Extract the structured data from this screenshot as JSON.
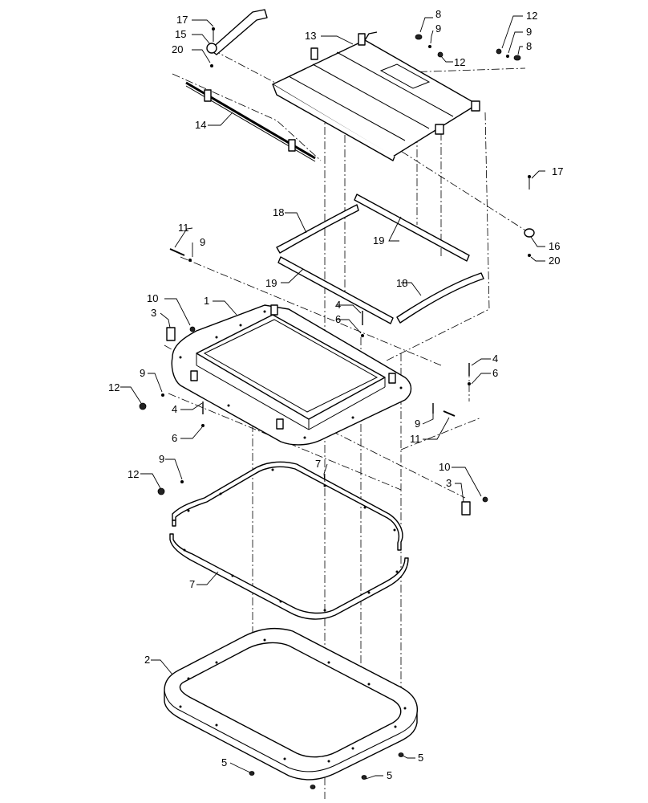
{
  "diagram": {
    "callouts": {
      "c17a": "17",
      "c15": "15",
      "c20a": "20",
      "c13": "13",
      "c8a": "8",
      "c9a": "9",
      "c12a": "12",
      "c12b": "12",
      "c9b": "9",
      "c8b": "8",
      "c14": "14",
      "c17b": "17",
      "c18a": "18",
      "c19a": "19",
      "c16": "16",
      "c20b": "20",
      "c11a": "11",
      "c9c": "9",
      "c19b": "19",
      "c18b": "18",
      "c10a": "10",
      "c3a": "3",
      "c1": "1",
      "c4a": "4",
      "c6a": "6",
      "c9d": "9",
      "c12c": "12",
      "c4b": "4",
      "c6b": "6",
      "c4c": "4",
      "c6c": "6",
      "c9e": "9",
      "c11b": "11",
      "c9f": "9",
      "c12d": "12",
      "c10b": "10",
      "c3b": "3",
      "c7a": "7",
      "c7b": "7",
      "c2": "2",
      "c5a": "5",
      "c5b": "5",
      "c5c": "5"
    },
    "colors": {
      "line": "#000000",
      "background": "#ffffff"
    }
  }
}
